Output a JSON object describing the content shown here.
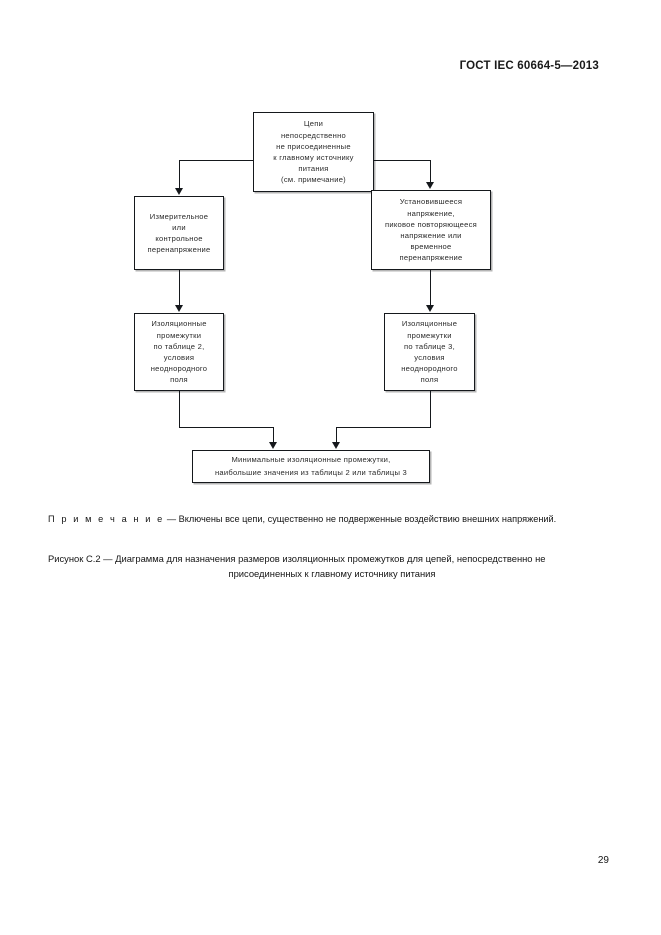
{
  "header": {
    "standard_title": "ГОСТ IEC 60664-5—2013"
  },
  "figure": {
    "nodes": {
      "top": "Цепи\nнепосредственно\nне присоединенные\nк главному источнику\nпитания\n(см. примечание)",
      "left": "Измерительное\nили\nконтрольное\nперенапряжение",
      "right": "Установившееся\nнапряжение,\nпиковое повторяющееся\nнапряжение или\nвременное\nперенапряжение",
      "left_result": "Изоляционные\nпромежутки\nпо таблице 2,\nусловия\nнеоднородного\nполя",
      "right_result": "Изоляционные\nпромежутки\nпо таблице 3,\nусловия\nнеоднородного\nполя",
      "bottom": "Минимальные изоляционные промежутки,\nнаибольшие значения из таблицы 2 или таблицы 3"
    }
  },
  "note": {
    "lead": "П р и м е ч а н и е",
    "dash": " — ",
    "text": "Включены все цепи, существенно не подверженные воздействию внешних напряжений."
  },
  "caption": {
    "line1": "Рисунок С.2 — Диаграмма для назначения размеров изоляционных промежутков для цепей, непосредственно не",
    "line2": "присоединенных к главному источнику питания"
  },
  "footer": {
    "page_number": "29"
  },
  "colors": {
    "ink": "#15181c",
    "paper": "#ffffff",
    "shadow": "rgba(120,120,120,0.55)"
  }
}
